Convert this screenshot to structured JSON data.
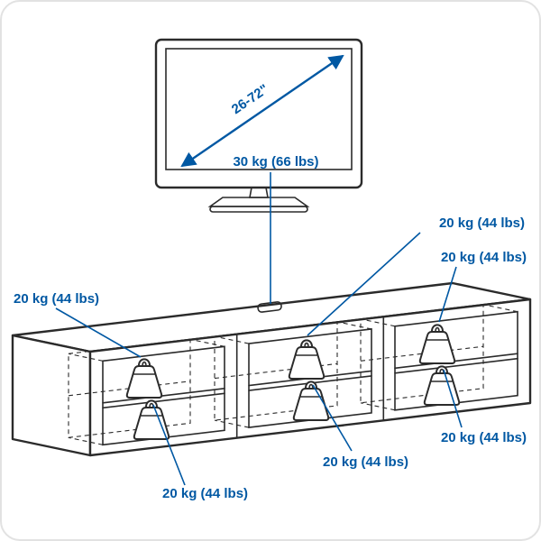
{
  "colors": {
    "accent": "#0058a3",
    "line": "#2b2b2b"
  },
  "tv": {
    "diagonal_range": "26-72\"",
    "max_load": "30 kg (66 lbs)"
  },
  "bench": {
    "labels": {
      "left_upper": "20 kg (44 lbs)",
      "left_lower": "20 kg (44 lbs)",
      "middle_upper": "20 kg (44 lbs)",
      "middle_lower": "20 kg (44 lbs)",
      "right_upper": "20 kg (44 lbs)",
      "right_lower": "20 kg (44 lbs)"
    }
  }
}
